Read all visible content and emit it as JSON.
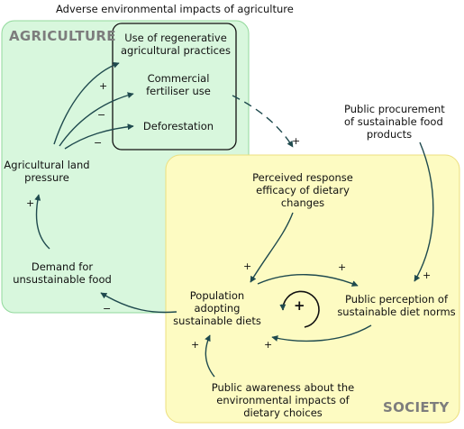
{
  "title": "Adverse environmental impacts of agriculture",
  "regions": {
    "agriculture": "AGRICULTURE",
    "society": "SOCIETY"
  },
  "nodes": {
    "regenerative": [
      "Use of regenerative",
      "agricultural practices"
    ],
    "fertiliser": [
      "Commercial",
      "fertiliser use"
    ],
    "deforestation": [
      "Deforestation"
    ],
    "land_pressure": [
      "Agricultural land",
      "pressure"
    ],
    "demand": [
      "Demand for",
      "unsustainable food"
    ],
    "procurement": [
      "Public procurement",
      "of sustainable food",
      "products"
    ],
    "efficacy": [
      "Perceived response",
      "efficacy of dietary",
      "changes"
    ],
    "population": [
      "Population",
      "adopting",
      "sustainable diets"
    ],
    "perception": [
      "Public perception of",
      "sustainable diet norms"
    ],
    "awareness": [
      "Public awareness about the",
      "environmental impacts of",
      "dietary choices"
    ]
  },
  "polarities": {
    "pressure_to_regenerative": "+",
    "pressure_to_fertiliser": "−",
    "pressure_to_deforestation": "−",
    "fertiliser_to_efficacy": "+",
    "demand_to_pressure": "+",
    "population_to_demand": "−",
    "efficacy_to_population": "+",
    "population_to_perception": "+",
    "perception_to_population": "+",
    "procurement_to_perception": "+",
    "awareness_to_population": "+",
    "loop": "+"
  },
  "colors": {
    "agriculture_fill": "#d8f7dd",
    "agriculture_border": "#92d99c",
    "society_fill": "#fdfbc2",
    "society_border": "#ecdf7f",
    "arrow": "#1f4a4e"
  }
}
